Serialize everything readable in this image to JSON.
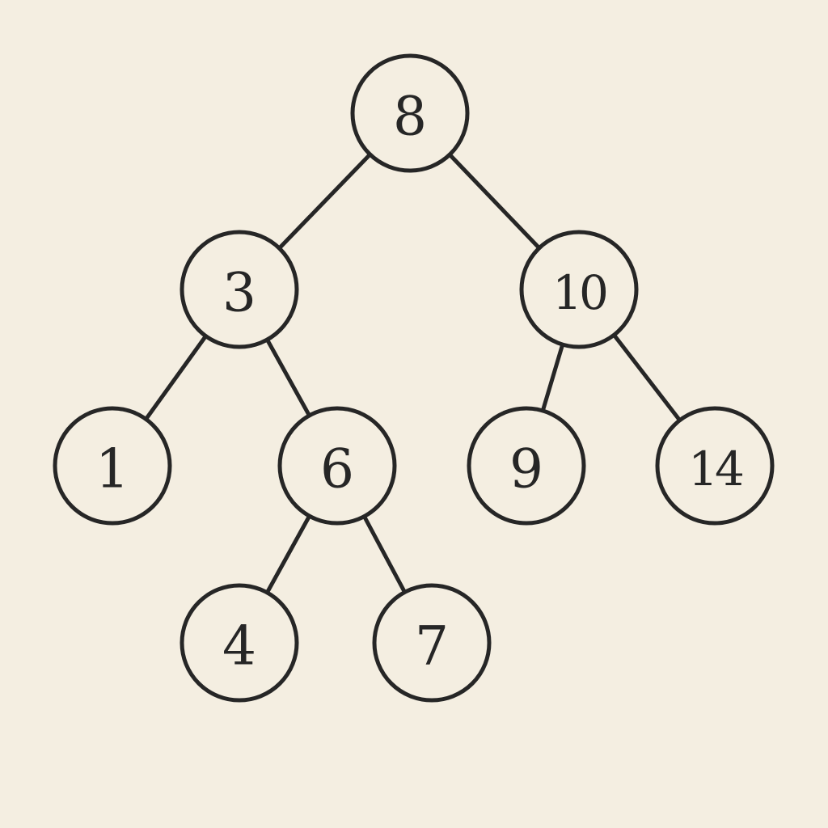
{
  "diagram": {
    "type": "binary-search-tree",
    "root": "n8",
    "nodes": [
      {
        "id": "n8",
        "label": "8",
        "left": "n3",
        "right": "n10"
      },
      {
        "id": "n3",
        "label": "3",
        "left": "n1",
        "right": "n6"
      },
      {
        "id": "n10",
        "label": "10",
        "left": "n9",
        "right": "n14"
      },
      {
        "id": "n1",
        "label": "1"
      },
      {
        "id": "n6",
        "label": "6",
        "left": "n4",
        "right": "n7"
      },
      {
        "id": "n9",
        "label": "9"
      },
      {
        "id": "n14",
        "label": "14"
      },
      {
        "id": "n4",
        "label": "4"
      },
      {
        "id": "n7",
        "label": "7"
      }
    ],
    "edges": [
      {
        "from": "n8",
        "to": "n3"
      },
      {
        "from": "n8",
        "to": "n10"
      },
      {
        "from": "n3",
        "to": "n1"
      },
      {
        "from": "n3",
        "to": "n6"
      },
      {
        "from": "n10",
        "to": "n9"
      },
      {
        "from": "n10",
        "to": "n14"
      },
      {
        "from": "n6",
        "to": "n4"
      },
      {
        "from": "n6",
        "to": "n7"
      }
    ]
  },
  "colors": {
    "background": "#f4eee1",
    "ink": "#262626"
  }
}
